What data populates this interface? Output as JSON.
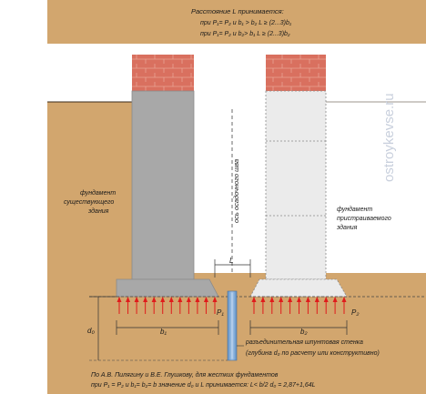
{
  "header": {
    "line1": "Расстояние  L  принимается:",
    "line2": "при P₁= P₂  и  b₁ > b₂    L ≥ (2...3)b₁",
    "line3": "при P₁= P₂  и  b₂> b₁    L ≥ (2...3)b₂"
  },
  "labels": {
    "existing_foundation": [
      "фундамент",
      "существующего",
      "здания"
    ],
    "new_foundation": [
      "фундамент",
      "пристраиваемого",
      "здания"
    ],
    "settlement_joint_axis": "ось осадочного шва",
    "L": "L",
    "P1": "P₁",
    "P2": "P₂",
    "b1": "b₁",
    "b2": "b₂",
    "d0": "d₀",
    "sheet_pile": [
      "разъединительная шпунтовая стенка",
      "(глубина d₀ по расчету или конструктивно)"
    ]
  },
  "footer": {
    "line1": "По А.В. Пилягину и В.Е. Глушкову, для жестких фундаментов",
    "line2": "при P₁ = P₂  и  b₁= b₂= b  значение d₀ и L  принимается: L< b/2    d₀ = 2,87+1,64L"
  },
  "watermark": "ostroykevse.ru",
  "colors": {
    "soil": "#d2a66e",
    "header_band": "#d2a66e",
    "brick": "#d9705f",
    "existing_concrete": "#a8a8a8",
    "new_concrete": "#ebebeb",
    "pressure_arrow": "#e01b1b",
    "sheet_pile": "#7fa9d6"
  }
}
